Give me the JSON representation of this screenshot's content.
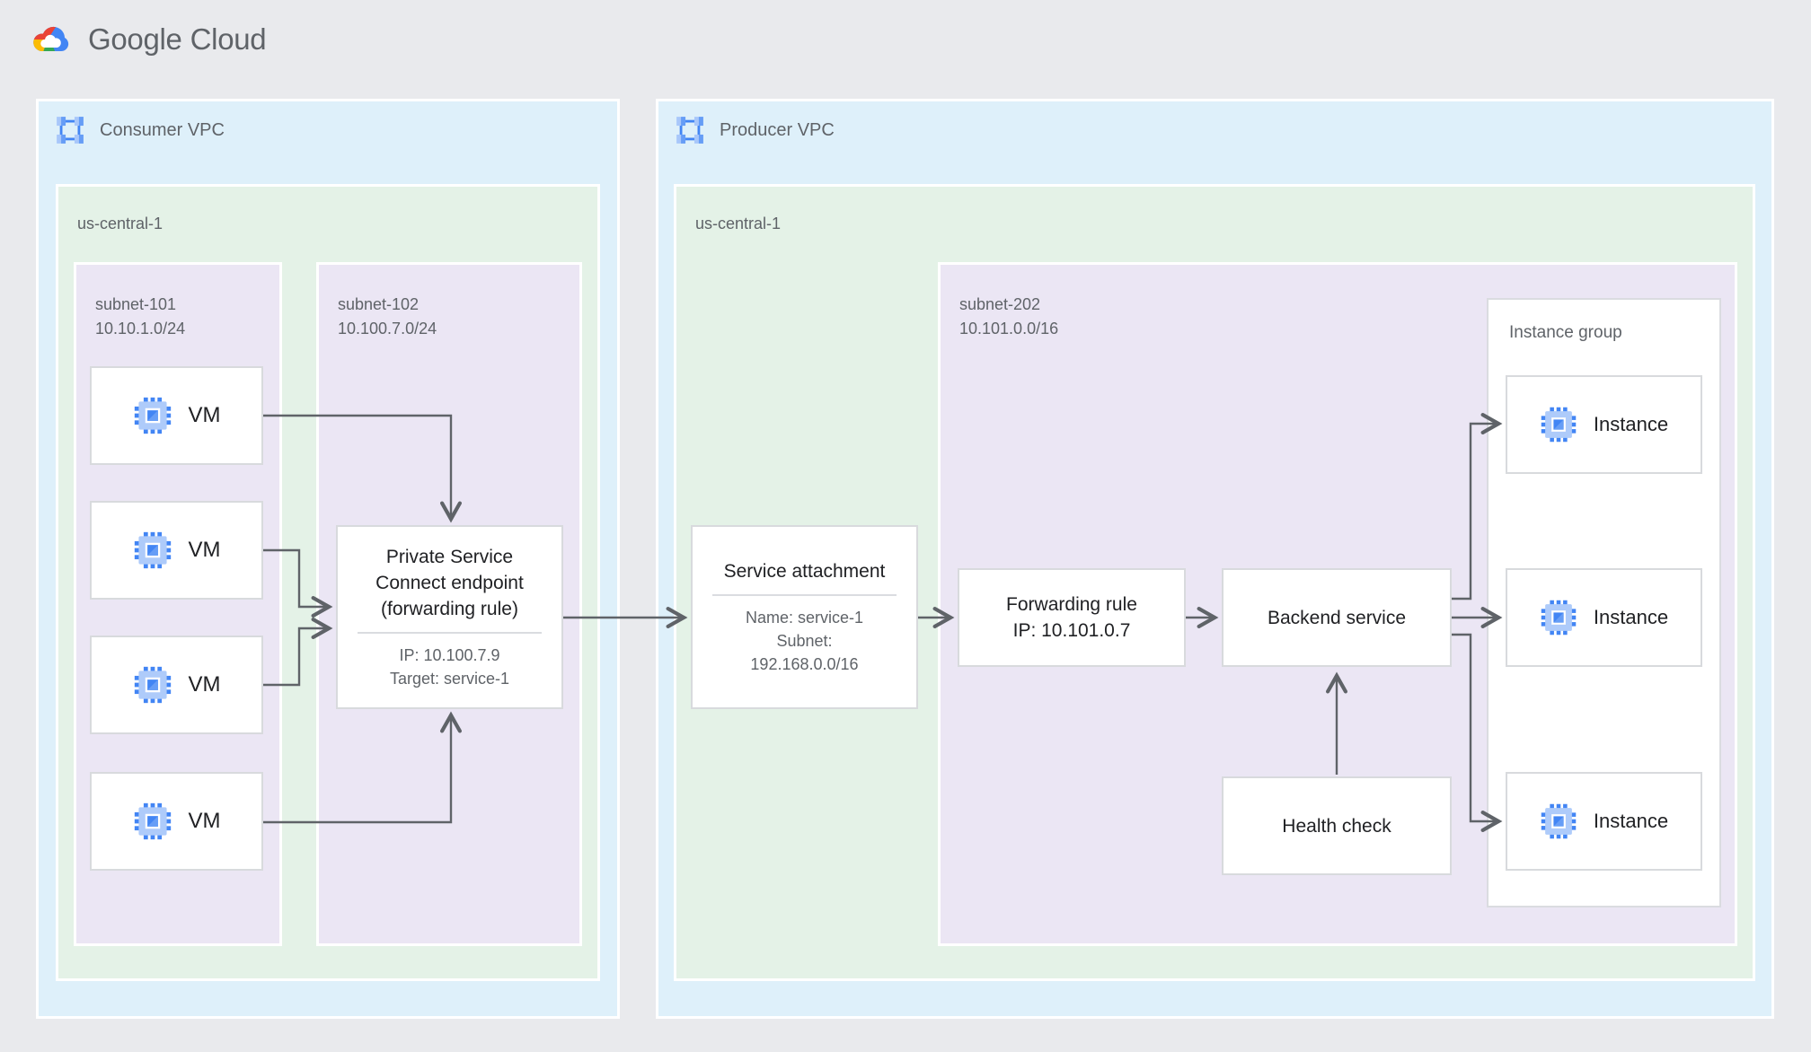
{
  "logo": {
    "google": "Google",
    "cloud": "Cloud"
  },
  "colors": {
    "page_bg": "#e9eaed",
    "vpc_fill": "#def0fa",
    "region_fill": "#e4f2e7",
    "subnet_fill": "#ebe6f4",
    "node_fill": "#ffffff",
    "node_border": "#d8dadd",
    "arrow": "#5f6368",
    "title_text": "#202124",
    "muted_text": "#5f6368",
    "icon_blue": "#4285f4",
    "icon_blue_light": "#aecbfa",
    "icon_blue_mid": "#669df6"
  },
  "icons": {
    "vpc": "vpc-network-icon",
    "vm": "compute-engine-icon",
    "logo": "google-cloud-logo"
  },
  "consumer_vpc": {
    "label": "Consumer VPC",
    "region": {
      "label": "us-central-1",
      "subnet_101": {
        "name": "subnet-101",
        "cidr": "10.10.1.0/24",
        "vms": [
          "VM",
          "VM",
          "VM",
          "VM"
        ]
      },
      "subnet_102": {
        "name": "subnet-102",
        "cidr": "10.100.7.0/24",
        "endpoint": {
          "title_lines": [
            "Private Service",
            "Connect endpoint",
            "(forwarding rule)"
          ],
          "ip": "IP: 10.100.7.9",
          "target": "Target: service-1"
        }
      }
    }
  },
  "producer_vpc": {
    "label": "Producer VPC",
    "region": {
      "label": "us-central-1",
      "service_attachment": {
        "title": "Service attachment",
        "name": "Name: service-1",
        "subnet_label": "Subnet:",
        "subnet_cidr": "192.168.0.0/16"
      },
      "subnet_202": {
        "name": "subnet-202",
        "cidr": "10.101.0.0/16",
        "forwarding_rule": {
          "title": "Forwarding rule",
          "ip": "IP: 10.101.0.7"
        },
        "backend_service": {
          "title": "Backend service"
        },
        "health_check": {
          "title": "Health check"
        },
        "instance_group": {
          "label": "Instance group",
          "instances": [
            "Instance",
            "Instance",
            "Instance"
          ]
        }
      }
    }
  }
}
